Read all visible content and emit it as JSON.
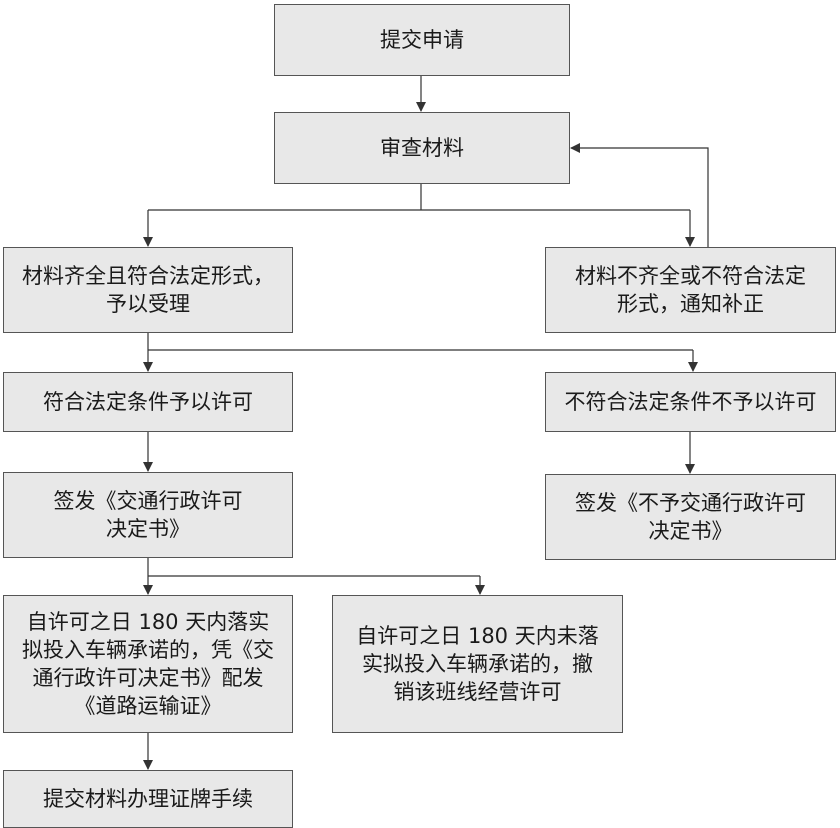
{
  "flowchart": {
    "submit": "提交申请",
    "review": "审查材料",
    "accept": "材料齐全且符合法定形式，\n予以受理",
    "notify": "材料不齐全或不符合法定\n形式，通知补正",
    "permit": "符合法定条件予以许可",
    "deny": "不符合法定条件不予以许可",
    "issue": "签发《交通行政许可\n决定书》",
    "issue_no": "签发《不予交通行政许可\n决定书》",
    "issue_cert": "自许可之日 180 天内落实\n拟投入车辆承诺的，凭《交\n通行政许可决定书》配发\n《道路运输证》",
    "revoke": "自许可之日 180 天内未落\n实拟投入车辆承诺的，撤\n销该班线经营许可",
    "final": "提交材料办理证牌手续"
  },
  "colors": {
    "box_fill": "#e8e8e8",
    "box_border": "#555555",
    "line": "#333333"
  }
}
